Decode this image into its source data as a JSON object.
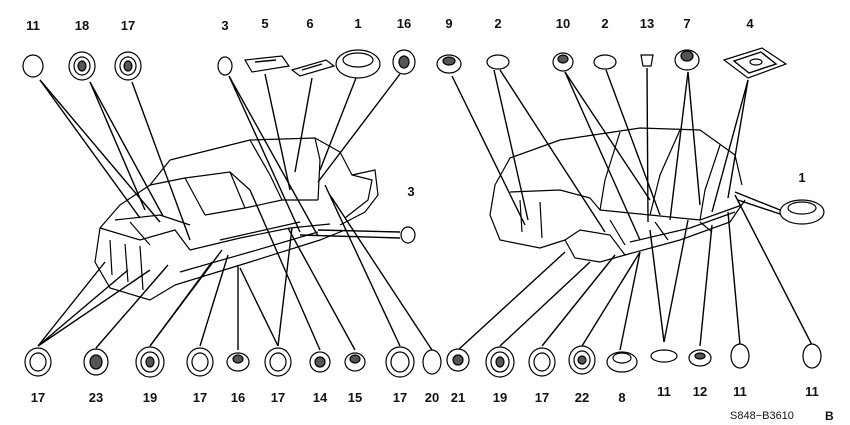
{
  "labels": {
    "top": [
      "11",
      "18",
      "17",
      "3",
      "5",
      "6",
      "1",
      "16",
      "9",
      "2",
      "10",
      "2",
      "13",
      "7",
      "4"
    ],
    "side": [
      "3",
      "1"
    ],
    "bottom": [
      "17",
      "23",
      "19",
      "17",
      "16",
      "17",
      "14",
      "15",
      "17",
      "20",
      "21",
      "19",
      "17",
      "22",
      "8",
      "11",
      "12",
      "11",
      "11"
    ]
  },
  "diagram_code": "S848−B3610",
  "diagram_code_suffix": "B"
}
